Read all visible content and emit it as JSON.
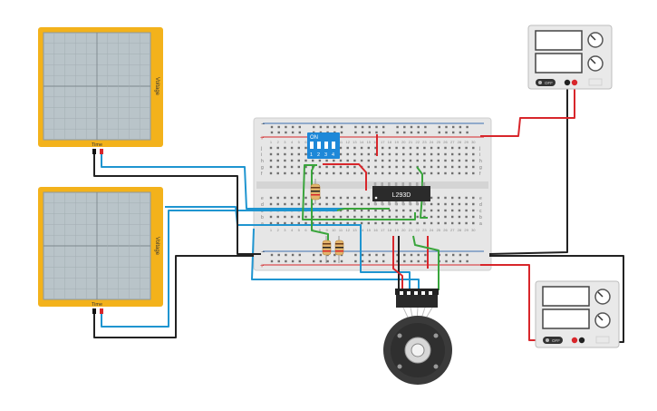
{
  "oscilloscope_top": {
    "x_label": "Time",
    "y_label": "Voltage"
  },
  "oscilloscope_bottom": {
    "x_label": "Time",
    "y_label": "Voltage"
  },
  "power_supply_top": {
    "button_label": "OFF"
  },
  "power_supply_bottom": {
    "button_label": "OFF"
  },
  "dip_switch": {
    "on_label": "ON",
    "positions": [
      "1",
      "2",
      "3",
      "4"
    ]
  },
  "ic_chip": {
    "label": "L293D"
  },
  "breadboard": {
    "row_letters_top": [
      "j",
      "i",
      "h",
      "g",
      "f"
    ],
    "row_letters_bottom": [
      "e",
      "d",
      "c",
      "b",
      "a"
    ],
    "column_numbers": [
      "1",
      "2",
      "3",
      "4",
      "5",
      "6",
      "7",
      "8",
      "9",
      "10",
      "11",
      "12",
      "13",
      "14",
      "15",
      "16",
      "17",
      "18",
      "19",
      "20",
      "21",
      "22",
      "23",
      "24",
      "25",
      "26",
      "27",
      "28",
      "29",
      "30"
    ]
  },
  "colors": {
    "scope_frame": "#f3b21b",
    "scope_screen": "#b9c4c9",
    "wire_blue": "#1f95d0",
    "wire_black": "#222222",
    "wire_red": "#d8262b",
    "wire_green": "#3aa53c",
    "dip_blue": "#1e88d8",
    "ic_body": "#2b2b2b",
    "motor_body": "#3a3a3a"
  }
}
